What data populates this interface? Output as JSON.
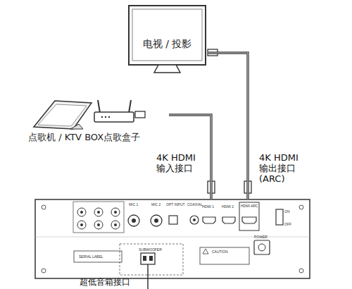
{
  "diagram": {
    "nodes": [
      {
        "text": [
          "电视 / 投影"
        ]
      },
      {
        "text": [
          "点歌机 / KTV BOX点歌盒子"
        ]
      },
      {
        "text": [
          "MIC 1",
          "MIC 2",
          "OPT INPUT",
          "COAXIAL",
          "HDMI 1",
          "HDMI 2",
          "HDMI ARC",
          "ON",
          "OFF",
          "POWER",
          "SERIAL LABEL",
          "SUBWOOFER",
          "CAUTION"
        ]
      }
    ],
    "edges": [
      {
        "from": 1,
        "to": 2,
        "label": "4K HDMI 输入接口",
        "arrow": "none"
      },
      {
        "from": 0,
        "to": 2,
        "label": "4K HDMI 输出接口 (ARC)",
        "arrow": "none"
      }
    ],
    "labels": [
      "超低音箱接口"
    ]
  }
}
